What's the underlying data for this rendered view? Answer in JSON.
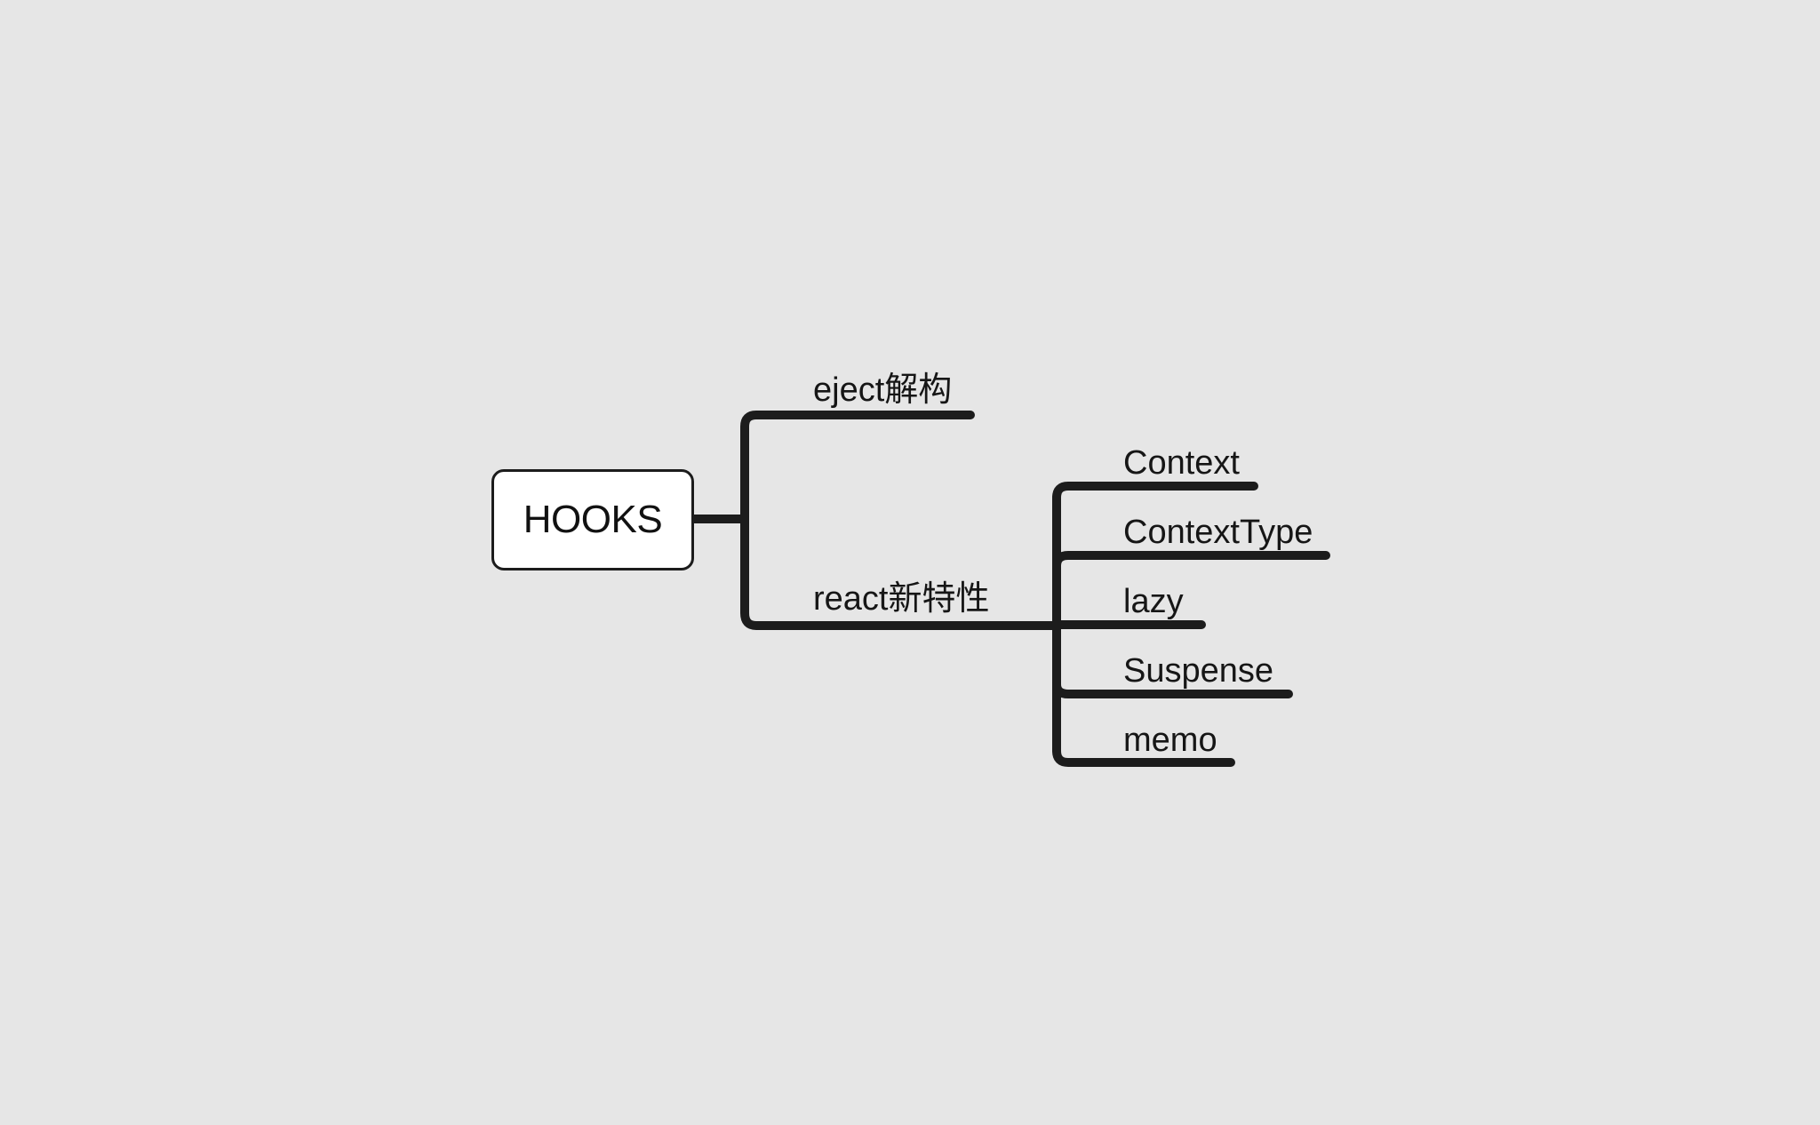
{
  "mindmap": {
    "root": {
      "label": "HOOKS"
    },
    "branches": [
      {
        "label": "eject解构",
        "children": []
      },
      {
        "label": "react新特性",
        "children": [
          {
            "label": "Context"
          },
          {
            "label": "ContextType"
          },
          {
            "label": "lazy"
          },
          {
            "label": "Suspense"
          },
          {
            "label": "memo"
          }
        ]
      }
    ]
  },
  "colors": {
    "background": "#e6e6e6",
    "line": "#1c1c1c",
    "node_fill": "#ffffff",
    "text": "#111111"
  }
}
